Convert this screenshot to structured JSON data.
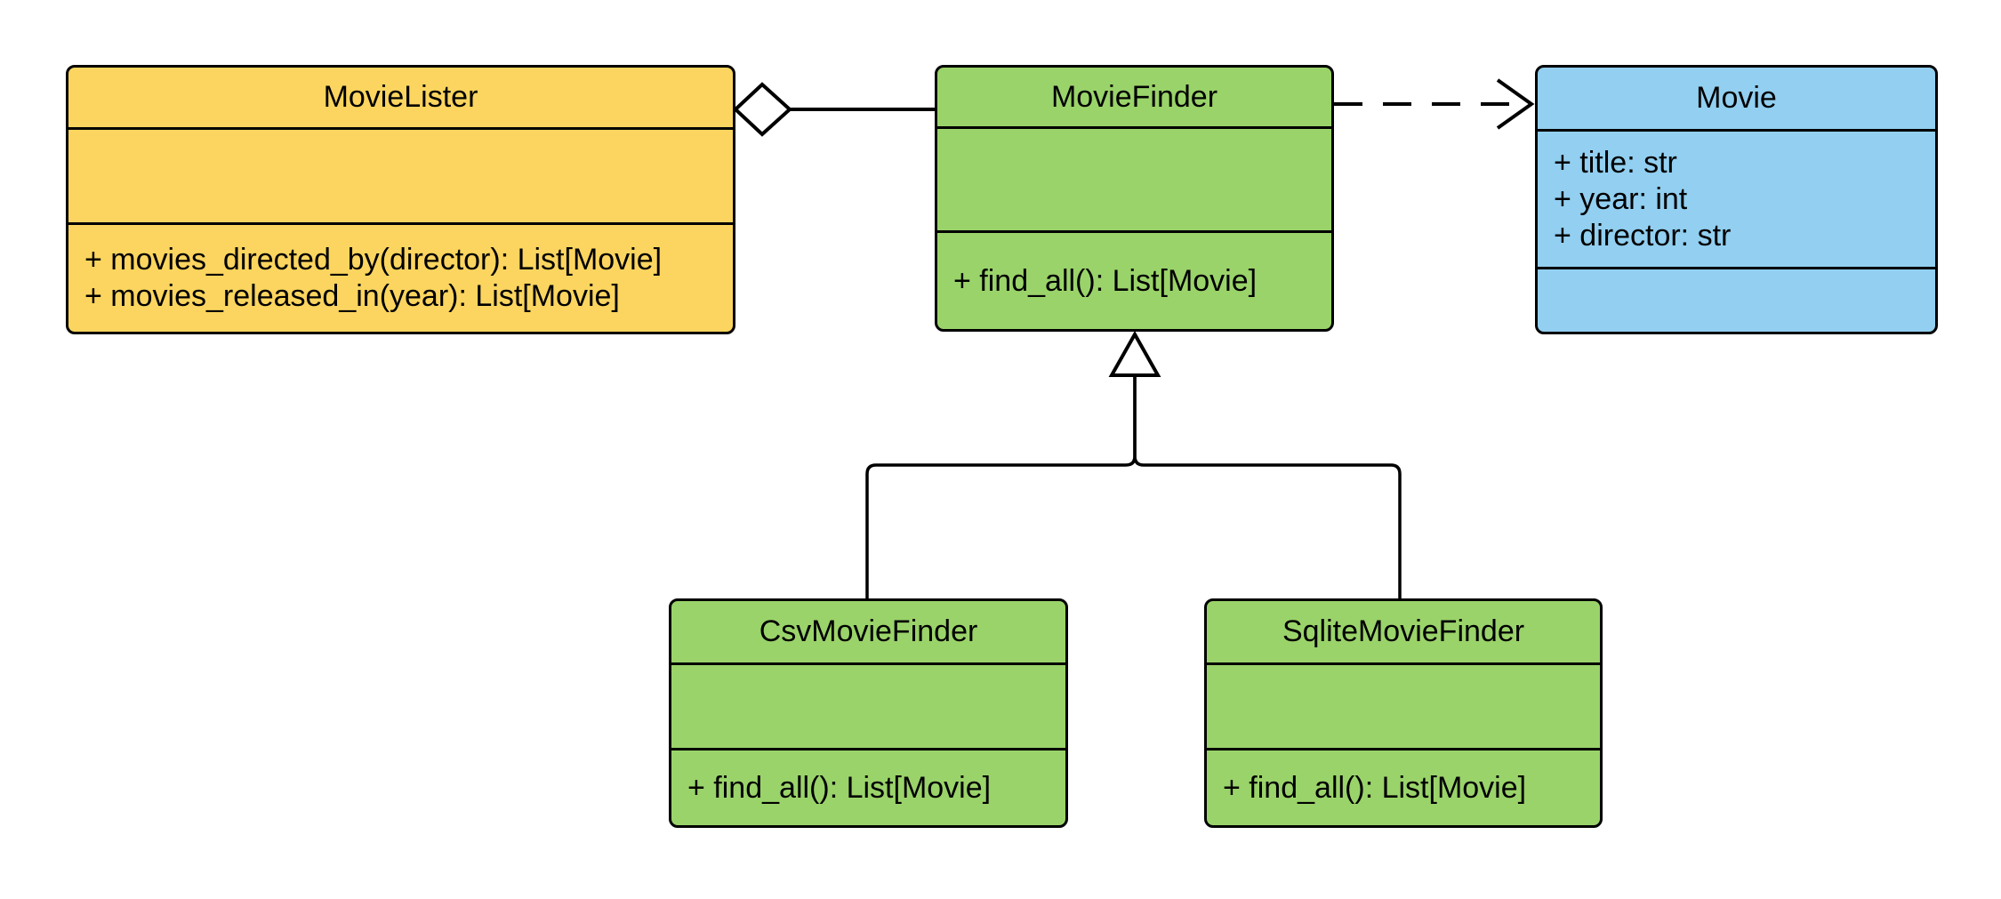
{
  "classes": [
    {
      "name": "MovieLister",
      "fill": "#FBD55F",
      "attributes": [],
      "methods": [
        "+ movies_directed_by(director): List[Movie]",
        "+ movies_released_in(year): List[Movie]"
      ]
    },
    {
      "name": "MovieFinder",
      "fill": "#9AD36A",
      "attributes": [],
      "methods": [
        "+ find_all(): List[Movie]"
      ]
    },
    {
      "name": "Movie",
      "fill": "#92CFF0",
      "attributes": [
        "+ title: str",
        "+ year: int",
        "+ director: str"
      ],
      "methods": []
    },
    {
      "name": "CsvMovieFinder",
      "fill": "#9AD36A",
      "attributes": [],
      "methods": [
        "+ find_all(): List[Movie]"
      ]
    },
    {
      "name": "SqliteMovieFinder",
      "fill": "#9AD36A",
      "attributes": [],
      "methods": [
        "+ find_all(): List[Movie]"
      ]
    }
  ],
  "relationships": [
    {
      "type": "aggregation",
      "from": "MovieLister",
      "to": "MovieFinder",
      "marker": "hollow-diamond-at-source"
    },
    {
      "type": "dependency",
      "from": "MovieFinder",
      "to": "Movie",
      "marker": "open-arrow-at-target",
      "line_style": "dashed"
    },
    {
      "type": "inheritance",
      "from": "CsvMovieFinder",
      "to": "MovieFinder",
      "marker": "hollow-triangle-at-target"
    },
    {
      "type": "inheritance",
      "from": "SqliteMovieFinder",
      "to": "MovieFinder",
      "marker": "hollow-triangle-at-target"
    }
  ],
  "colors": {
    "class_yellow": "#FBD55F",
    "class_green": "#9AD36A",
    "class_blue": "#92CFF0",
    "line": "#000000",
    "background": "#FFFFFF"
  }
}
